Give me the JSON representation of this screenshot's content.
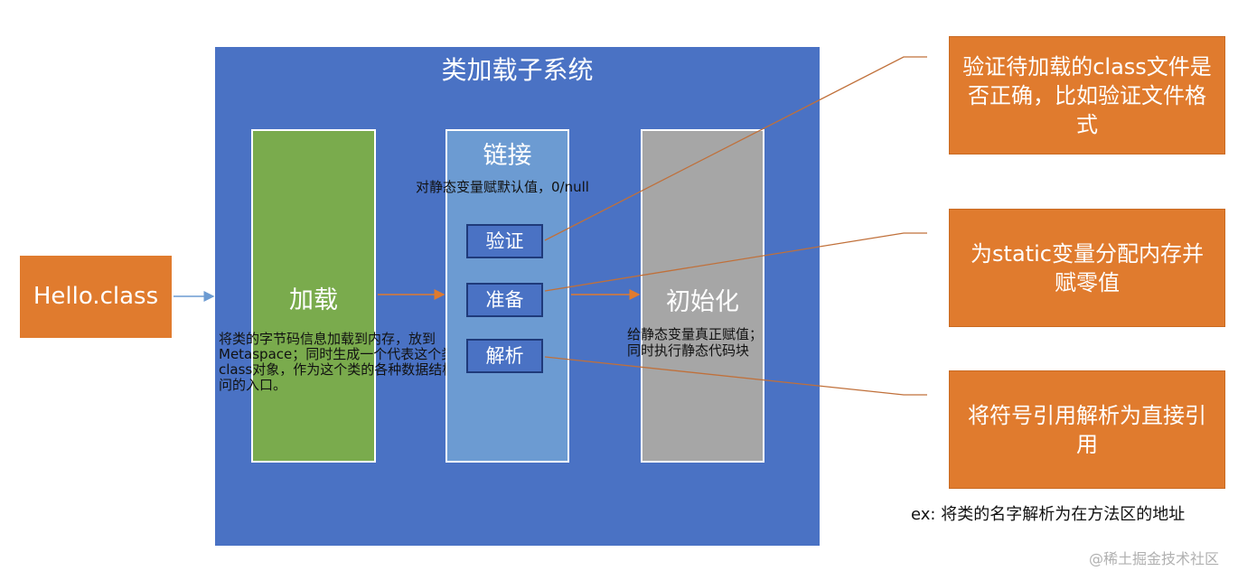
{
  "subsystem": {
    "title": "类加载子系统"
  },
  "source": {
    "label": "Hello.class"
  },
  "load": {
    "label": "加载",
    "description": "将类的字节码信息加载到内存，放到Metaspace；同时生成一个代表这个类的class对象，作为这个类的各种数据结构访问的入口。"
  },
  "link": {
    "label": "链接",
    "note": "对静态变量赋默认值，0/null",
    "steps": [
      {
        "label": "验证"
      },
      {
        "label": "准备"
      },
      {
        "label": "解析"
      }
    ]
  },
  "init": {
    "label": "初始化",
    "note_line1": "给静态变量真正赋值；",
    "note_line2": "同时执行静态代码块"
  },
  "explanations": [
    {
      "text": "验证待加载的class文件是否正确，比如验证文件格式"
    },
    {
      "text": "为static变量分配内存并赋零值"
    },
    {
      "text": "将符号引用解析为直接引用"
    }
  ],
  "example": "ex: 将类的名字解析为在方法区的地址",
  "watermark": "@稀土掘金技术社区",
  "colors": {
    "subsystem": "#4a72c4",
    "load": "#7aab4d",
    "link": "#6c9bd2",
    "init": "#a6a6a6",
    "orange": "#e07b2e",
    "connector": "#c0703a"
  }
}
